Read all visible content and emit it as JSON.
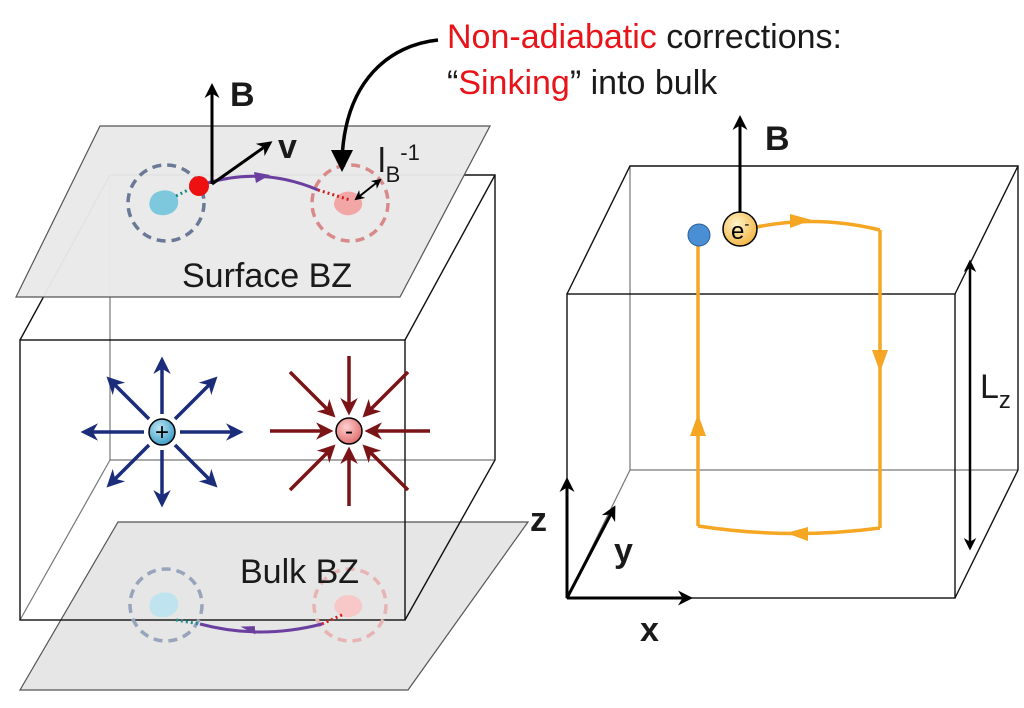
{
  "annotation": {
    "part1_red": "Non-adiabatic",
    "part1_black": " corrections:",
    "part2_open": "“",
    "part2_red": "Sinking",
    "part2_close": "” into bulk"
  },
  "left_panel": {
    "b_label": "B",
    "v_label": "v",
    "lb_label": "l",
    "lb_sub": "B",
    "lb_sup": "-1",
    "surface_label": "Surface BZ",
    "bulk_label": "Bulk BZ",
    "plus_charge": "+",
    "minus_charge": "-"
  },
  "right_panel": {
    "b_label": "B",
    "electron_label": "e",
    "electron_sup": "-",
    "lz_label": "L",
    "lz_sub": "z",
    "axis_z": "z",
    "axis_y": "y",
    "axis_x": "x"
  },
  "colors": {
    "annotation_red": "#e8141a",
    "plane_fill": "#ebebeb",
    "plus_arrows": "#1b2c7a",
    "minus_arrows": "#7a1416",
    "orbit_purple": "#6b3fa0",
    "orbit_orange": "#f5a623",
    "dot_red": "#ee1111",
    "dot_blue": "#4a8fd4"
  }
}
